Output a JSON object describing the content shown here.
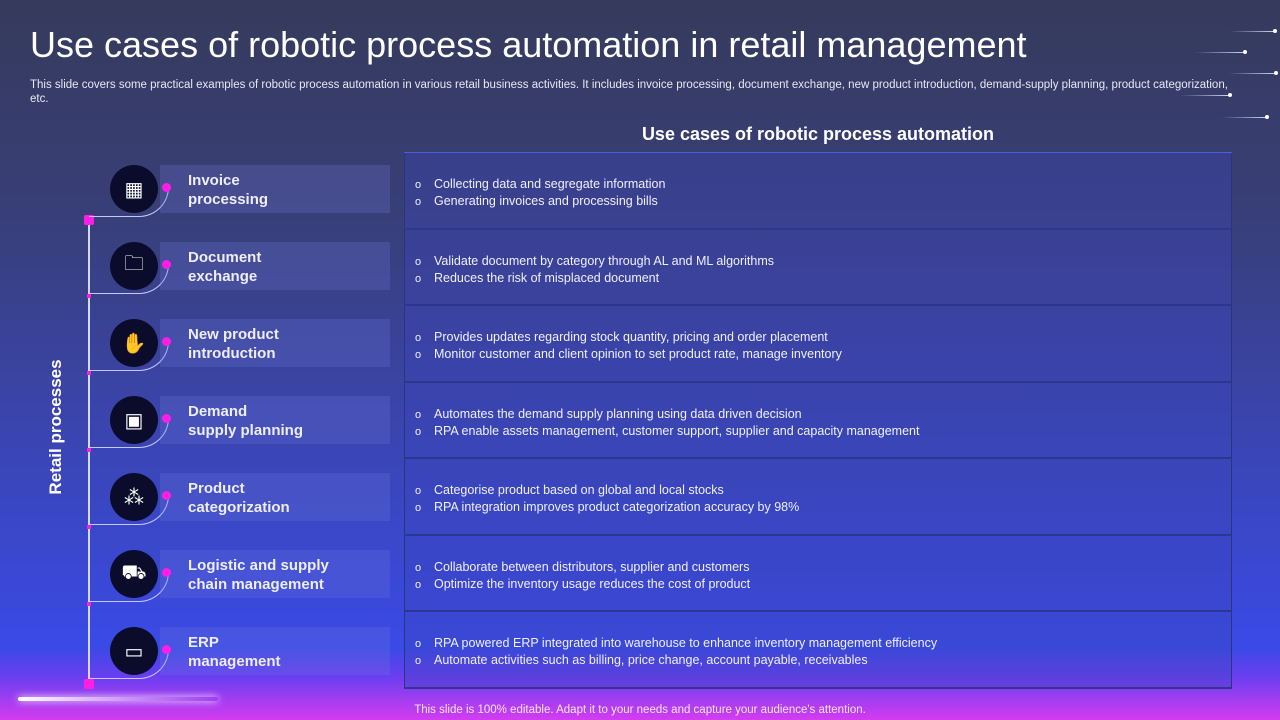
{
  "title": "Use cases of robotic process automation in retail management",
  "subtitle": "This slide covers some practical examples of robotic process automation in various retail business activities. It includes invoice processing, document exchange, new product introduction, demand-supply planning, product categorization, etc.",
  "side_label": "Retail processes",
  "table_header": "Use cases of robotic process automation",
  "processes": [
    {
      "label_1": "Invoice",
      "label_2": "processing",
      "icon": "invoice-icon",
      "glyph": "▦",
      "points": [
        "Collecting data and segregate information",
        "Generating invoices and processing bills"
      ]
    },
    {
      "label_1": "Document",
      "label_2": "exchange",
      "icon": "folder-icon",
      "glyph": "🗀",
      "points": [
        "Validate document by category through AL and ML algorithms",
        "Reduces the risk of misplaced document"
      ]
    },
    {
      "label_1": "New product",
      "label_2": "introduction",
      "icon": "hand-box-icon",
      "glyph": "✋",
      "points": [
        "Provides updates regarding stock quantity, pricing and order placement",
        "Monitor customer and client opinion to set product rate, manage inventory"
      ]
    },
    {
      "label_1": "Demand",
      "label_2": "supply planning",
      "icon": "planning-board-icon",
      "glyph": "▣",
      "points": [
        "Automates the demand supply planning using data driven decision",
        "RPA enable assets management, customer support, supplier and capacity management"
      ]
    },
    {
      "label_1": "Product",
      "label_2": "categorization",
      "icon": "dots-grid-icon",
      "glyph": "⁂",
      "points": [
        "Categorise product based on global and local stocks",
        "RPA integration improves product categorization accuracy by 98%"
      ]
    },
    {
      "label_1": "Logistic and supply",
      "label_2": "chain management",
      "icon": "truck-icon",
      "glyph": "⛟",
      "points": [
        "Collaborate between distributors, supplier and customers",
        "Optimize the inventory usage reduces the cost of product"
      ]
    },
    {
      "label_1": "ERP",
      "label_2": "management",
      "icon": "erp-monitor-icon",
      "glyph": "▭",
      "points": [
        "RPA powered ERP integrated into warehouse to enhance inventory management efficiency",
        "Automate activities such as billing, price change, account payable, receivables"
      ]
    }
  ],
  "footer": "This slide is 100% editable. Adapt it to your needs and capture your audience's attention."
}
